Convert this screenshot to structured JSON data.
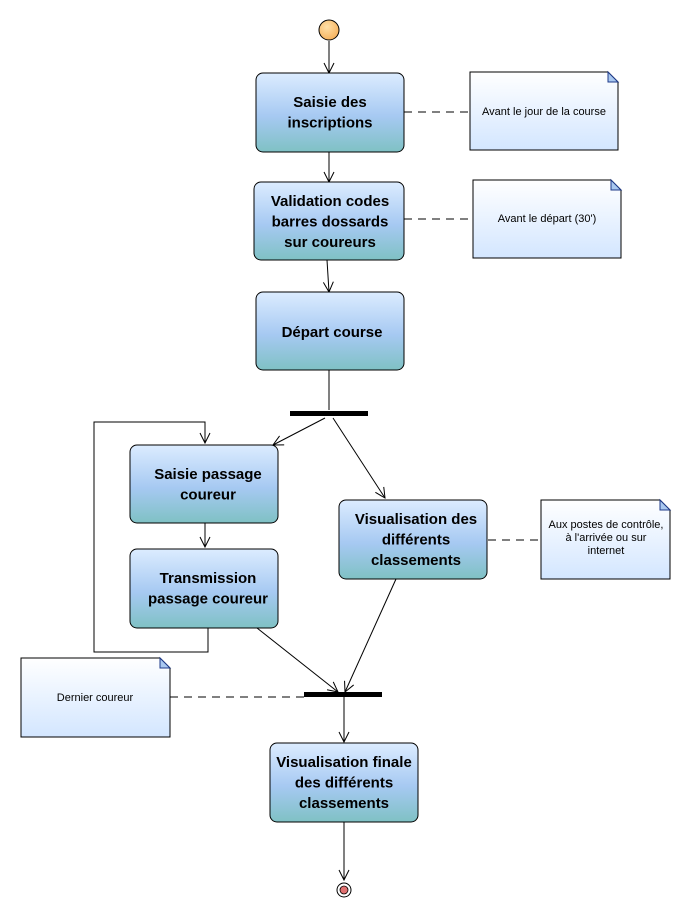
{
  "colors": {
    "activity_top": "#dcecff",
    "activity_mid": "#a6c9f2",
    "activity_bottom": "#7fc1c4",
    "note_top": "#ffffff",
    "note_bottom": "#d3e6ff",
    "start_node": "#f6b05a",
    "end_node": "#e07070"
  },
  "activities": {
    "saisie_inscriptions": "Saisie des\ninscriptions",
    "validation_codes": "Validation codes\nbarres dossards\nsur coureurs",
    "depart_course": "Départ course",
    "saisie_passage": "Saisie passage\ncoureur",
    "transmission_passage": "Transmission\npassage coureur",
    "visualisation_classements": "Visualisation des\ndifférents\nclassements",
    "visualisation_finale": "Visualisation finale\ndes différents\nclassements"
  },
  "notes": {
    "avant_jour": "Avant le jour de la course",
    "avant_depart": "Avant le départ (30')",
    "postes_controle": "Aux postes de contrôle,\nà l'arrivée ou sur\ninternet",
    "dernier_coureur": "Dernier coureur"
  }
}
